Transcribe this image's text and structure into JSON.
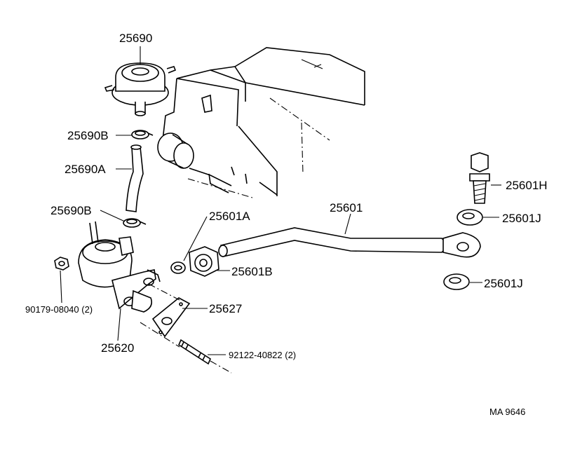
{
  "labels": {
    "p25690": "25690",
    "p25690B_top": "25690B",
    "p25690A": "25690A",
    "p25690B_bottom": "25690B",
    "p25601A": "25601A",
    "p25601": "25601",
    "p25601H": "25601H",
    "p25601J_top": "25601J",
    "p25601B": "25601B",
    "p25601J_bottom": "25601J",
    "p90179": "90179-08040 (2)",
    "p25627": "25627",
    "p25620": "25620",
    "p92122": "92122-40822 (2)",
    "code": "MA  9646"
  }
}
